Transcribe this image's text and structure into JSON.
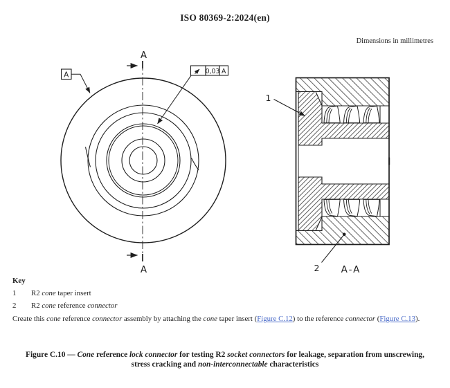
{
  "colors": {
    "ink": "#1f1f1f",
    "link_blue": "#4a6bc9"
  },
  "header": {
    "title": "ISO 80369-2:2024(en)",
    "dimensions_note": "Dimensions in millimetres"
  },
  "drawing": {
    "front_view": {
      "section_arrow_label_top": "A",
      "section_arrow_label_bottom": "A",
      "datum_label": "A",
      "tolerance_value": "0,03",
      "tolerance_datum": "A"
    },
    "section_view": {
      "callout_1": "1",
      "callout_2": "2",
      "title": "A-A"
    }
  },
  "key": {
    "heading": "Key",
    "items": [
      {
        "num": "1",
        "t1": "R2 ",
        "i1": "cone",
        "t2": " taper insert",
        "i2": "",
        "t3": ""
      },
      {
        "num": "2",
        "t1": "R2 ",
        "i1": "cone",
        "t2": " reference ",
        "i2": "connector",
        "t3": ""
      }
    ],
    "note": {
      "t1": "Create this ",
      "i1": "cone",
      "t2": " reference ",
      "i2": "connector",
      "t3": " assembly by attaching the ",
      "i3": "cone",
      "t4": " taper insert (",
      "link1": "Figure C.12",
      "t5": ") to the reference ",
      "i4": "connector",
      "t6": " (",
      "link2": "Figure C.13",
      "t7": ")."
    }
  },
  "caption": {
    "t1": "Figure C.10 — ",
    "i1": "Cone",
    "t2": " reference ",
    "i2": "lock connector",
    "t3": " for testing R2 ",
    "i3": "socket connectors",
    "t4": " for leakage, separation from unscrewing, stress cracking and ",
    "i4": "non-interconnectable",
    "t5": " characteristics"
  }
}
